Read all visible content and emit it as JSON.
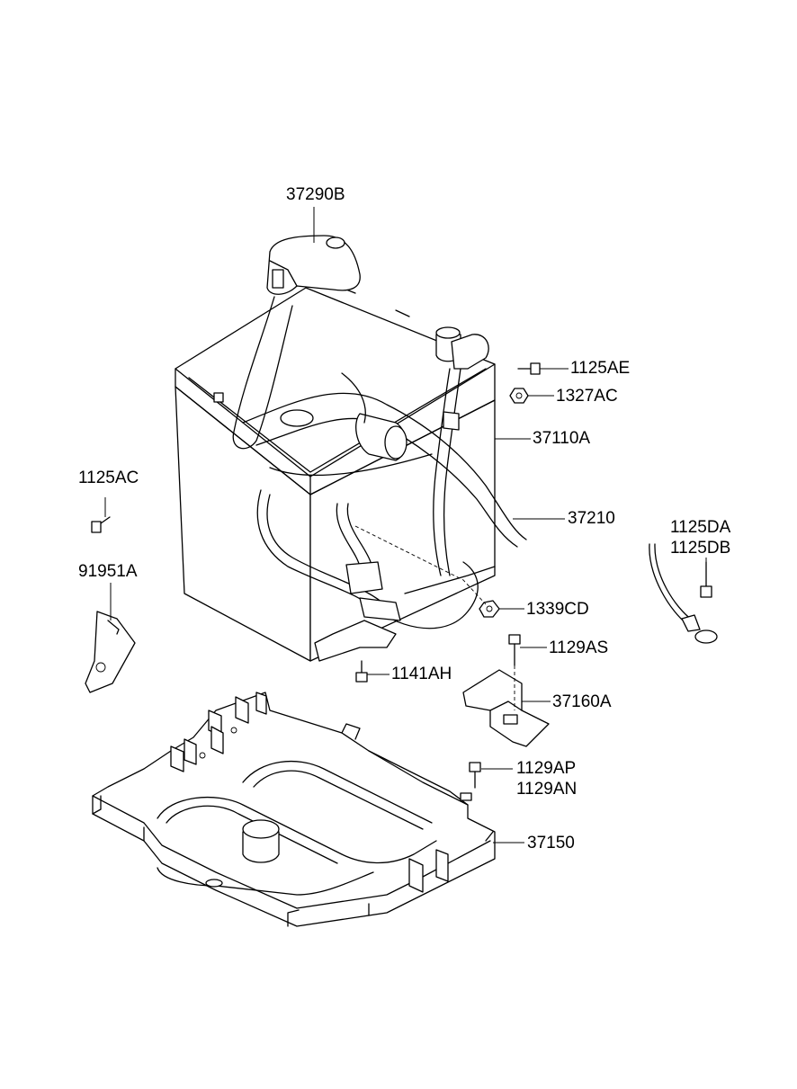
{
  "labels": {
    "p37290B": "37290B",
    "p1125AE": "1125AE",
    "p1327AC": "1327AC",
    "p37110A": "37110A",
    "p37210": "37210",
    "p1125AC": "1125AC",
    "p1125DA": "1125DA",
    "p1125DB": "1125DB",
    "p91951A": "91951A",
    "p1339CD": "1339CD",
    "p1129AS": "1129AS",
    "p1141AH": "1141AH",
    "p37160A": "37160A",
    "p1129AP": "1129AP",
    "p1129AN": "1129AN",
    "p37150": "37150"
  }
}
